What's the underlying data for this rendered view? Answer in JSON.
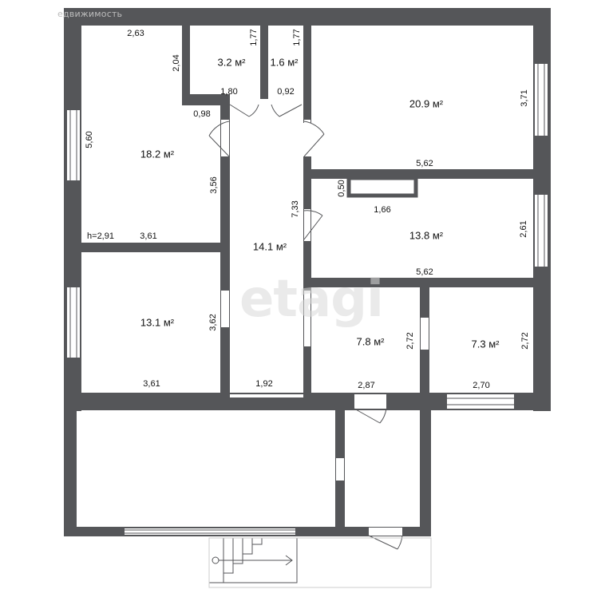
{
  "source_caption": "едвижимость",
  "watermark": "etagi",
  "colors": {
    "wall": "#555659",
    "window": "#ffffff",
    "line": "#555659",
    "text": "#111111"
  },
  "areas": {
    "room_18_2": "18.2 м²",
    "storage_3_2": "3.2 м²",
    "storage_1_6": "1.6 м²",
    "room_20_9": "20.9 м²",
    "hall_14_1": "14.1 м²",
    "room_13_8": "13.8 м²",
    "room_13_1": "13.1 м²",
    "room_7_8": "7.8 м²",
    "room_7_3": "7.3 м²"
  },
  "dims": {
    "d_2_63": "2,63",
    "d_1_77_a": "1,77",
    "d_1_77_b": "1,77",
    "d_2_04": "2,04",
    "d_1_80": "1,80",
    "d_0_92": "0,92",
    "d_0_98": "0,98",
    "d_5_60": "5,60",
    "d_3_71": "3,71",
    "d_3_56": "3,56",
    "d_5_62_top": "5,62",
    "d_0_50": "0,50",
    "d_1_66": "1,66",
    "d_7_33": "7,33",
    "d_2_61": "2,61",
    "d_h_2_91": "h=2,91",
    "d_3_61_top": "3,61",
    "d_5_62_mid": "5,62",
    "d_3_62": "3,62",
    "d_2_72_a": "2,72",
    "d_2_72_b": "2,72",
    "d_3_61_bottom": "3,61",
    "d_1_92": "1,92",
    "d_2_87": "2,87",
    "d_2_70": "2,70"
  }
}
